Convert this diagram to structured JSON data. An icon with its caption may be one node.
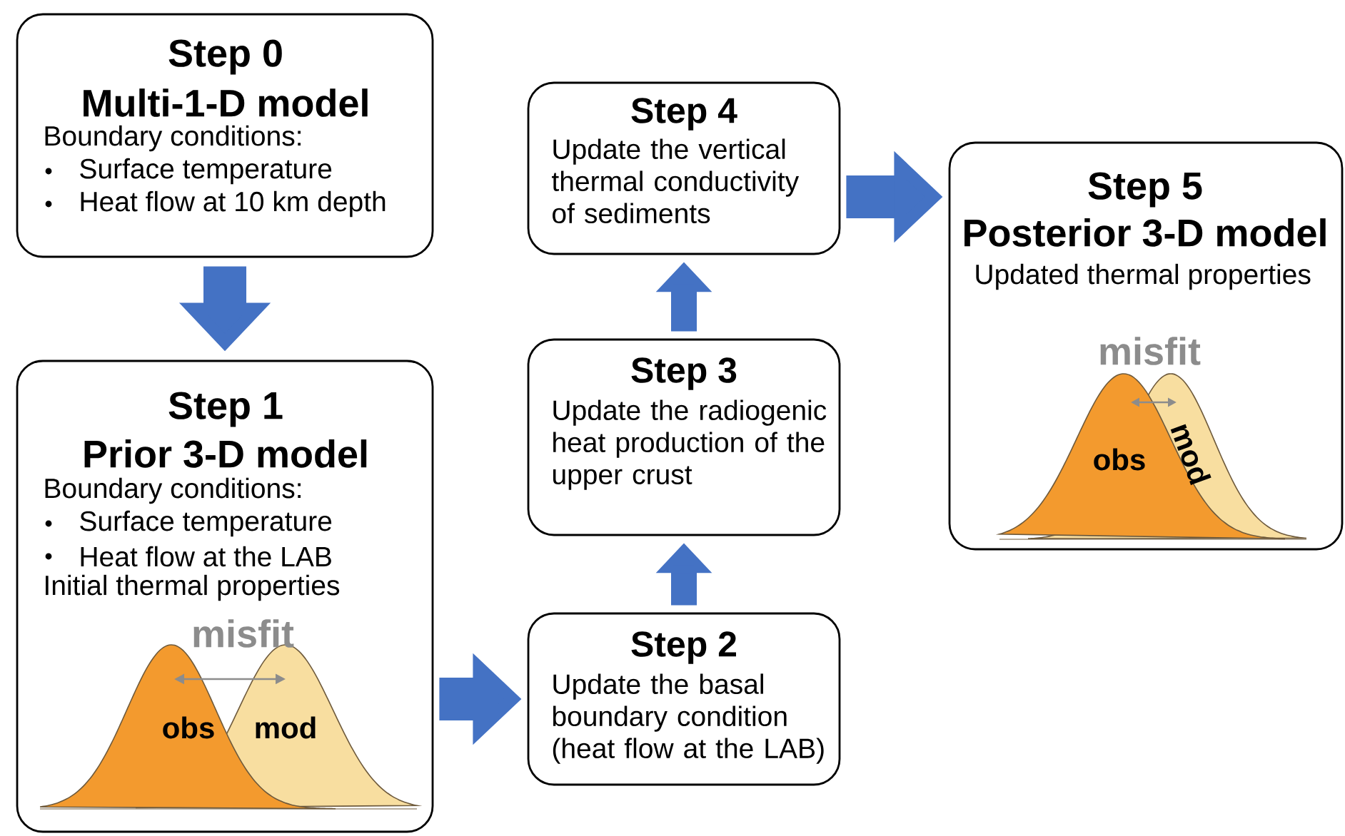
{
  "diagram": {
    "nodes": [
      {
        "text": [
          "Step 0",
          "Multi-1-D model",
          "Boundary conditions:",
          "Surface temperature",
          "Heat flow at 10 km depth"
        ]
      },
      {
        "text": [
          "Step 1",
          "Prior 3-D model",
          "Boundary conditions:",
          "Surface temperature",
          "Heat flow at the LAB",
          "Initial thermal properties"
        ]
      },
      {
        "text": [
          "Step 2",
          "Update the basal boundary condition (heat flow at the LAB)"
        ]
      },
      {
        "text": [
          "Step 3",
          "Update the radiogenic heat production of the upper crust"
        ]
      },
      {
        "text": [
          "Step 4",
          "Update the vertical thermal conductivity of sediments"
        ]
      },
      {
        "text": [
          "Step 5",
          "Posterior 3-D model",
          "Updated thermal properties"
        ]
      }
    ],
    "edges": [
      {
        "from": 0,
        "to": 1,
        "arrow": "to"
      },
      {
        "from": 1,
        "to": 2,
        "arrow": "to"
      },
      {
        "from": 2,
        "to": 3,
        "arrow": "to"
      },
      {
        "from": 3,
        "to": 4,
        "arrow": "to"
      },
      {
        "from": 4,
        "to": 5,
        "arrow": "to"
      }
    ],
    "labels": [
      "misfit",
      "obs",
      "mod",
      "misfit",
      "obs",
      "mod"
    ]
  }
}
